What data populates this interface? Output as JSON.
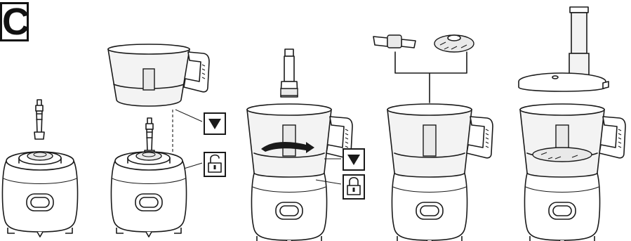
{
  "step_label": "C",
  "steps": [
    {
      "id": 1,
      "name": "insert-drive-shaft"
    },
    {
      "id": 2,
      "name": "place-bowl-on-base"
    },
    {
      "id": 3,
      "name": "turn-to-lock"
    },
    {
      "id": 4,
      "name": "choose-blade-or-disc"
    },
    {
      "id": 5,
      "name": "attach-lid"
    }
  ],
  "icons": [
    "arrow-down-icon",
    "unlock-icon",
    "lock-icon",
    "rotate-arrow-icon"
  ]
}
